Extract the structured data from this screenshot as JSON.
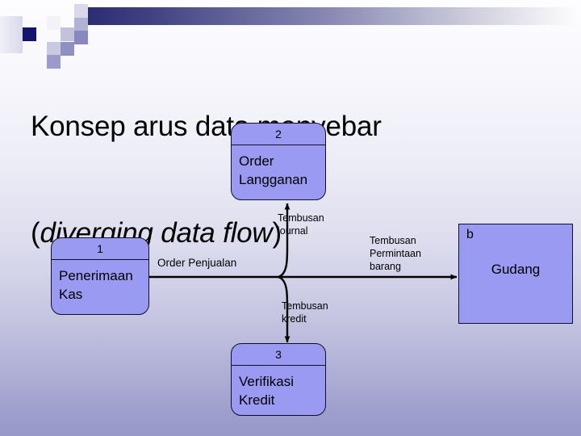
{
  "slide": {
    "title_line1": "Konsep arus data menyebar",
    "title_line2_open": "(",
    "title_line2_italic": "diverging data flow",
    "title_line2_close": ")"
  },
  "colors": {
    "box_fill": "#9a9af2",
    "box_stroke": "#10102a",
    "band_dark": "#2b2b72",
    "background_top": "#fdfdff",
    "background_bottom": "#9898c9"
  },
  "diagram": {
    "type": "data-flow-diagram",
    "processes": [
      {
        "id": "p2",
        "number": "2",
        "name": "Order\nLangganan"
      },
      {
        "id": "p1",
        "number": "1",
        "name": "Penerimaan\nKas"
      },
      {
        "id": "p3",
        "number": "3",
        "name": "Verifikasi\nKredit"
      }
    ],
    "entities": [
      {
        "id": "e_b",
        "letter": "b",
        "name": "Gudang"
      }
    ],
    "flows": [
      {
        "id": "f_op",
        "label": "Order Penjualan",
        "from": "p1",
        "to": "junction"
      },
      {
        "id": "f_tj",
        "label": "Tembusan\njournal",
        "from": "junction",
        "to": "p2"
      },
      {
        "id": "f_tk",
        "label": "Tembusan\nkredit",
        "from": "junction",
        "to": "p3"
      },
      {
        "id": "f_tpb",
        "label": "Tembusan\nPermintaan\nbarang",
        "from": "junction",
        "to": "e_b"
      }
    ]
  }
}
